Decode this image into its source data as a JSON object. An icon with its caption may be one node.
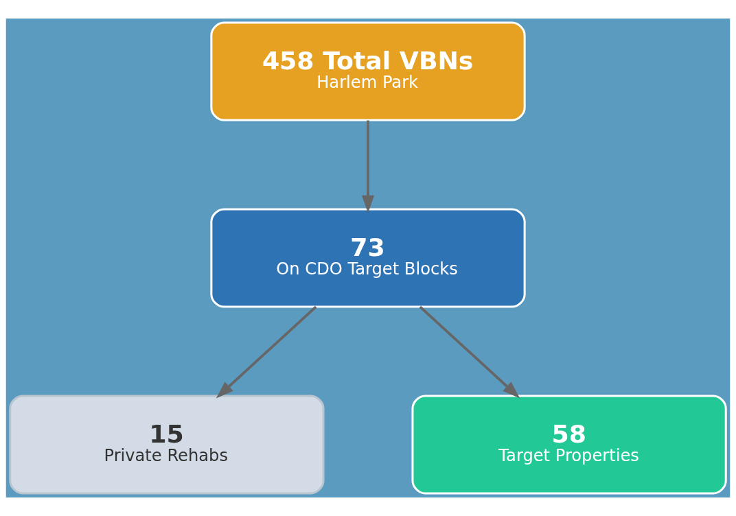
{
  "diagram": {
    "nodes": [
      {
        "text": [
          "458 Total VBNs",
          "Harlem Park"
        ]
      },
      {
        "text": [
          "73",
          "On CDO Target Blocks"
        ]
      },
      {
        "text": [
          "15",
          "Private Rehabs"
        ]
      },
      {
        "text": [
          "58",
          "Target Properties"
        ]
      }
    ],
    "edges": [
      {
        "from": 0,
        "to": 1,
        "arrow": "to"
      },
      {
        "from": 1,
        "to": 2,
        "arrow": "to"
      },
      {
        "from": 1,
        "to": 3,
        "arrow": "to"
      }
    ]
  }
}
